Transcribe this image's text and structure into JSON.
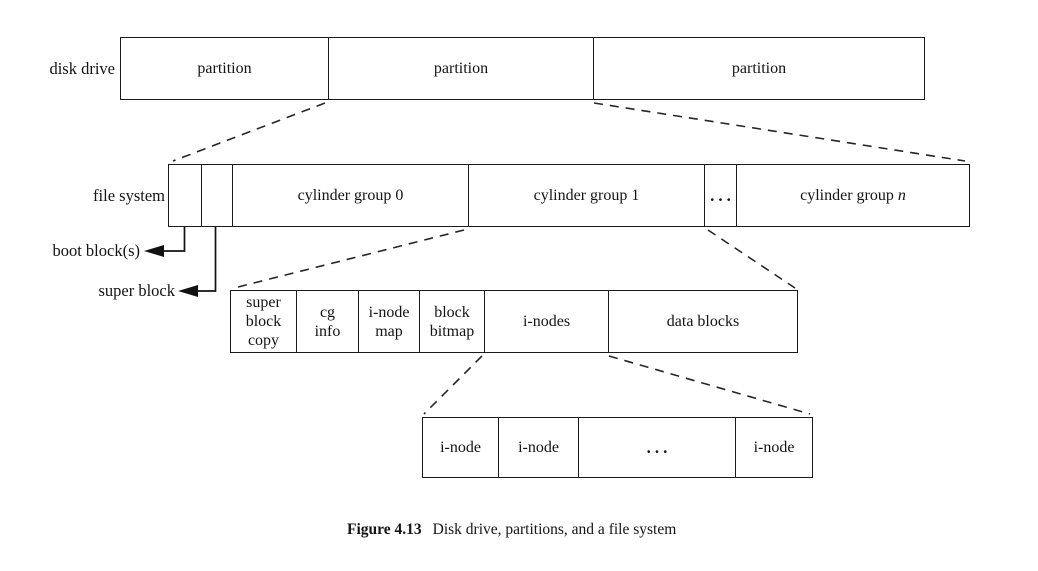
{
  "figure": {
    "caption_label": "Figure 4.13",
    "caption_title": "Disk drive, partitions, and a file system"
  },
  "disk_drive": {
    "label": "disk drive",
    "partitions": [
      "partition",
      "partition",
      "partition"
    ]
  },
  "file_system": {
    "label": "file system",
    "cells": {
      "cylinder_group_0": "cylinder group 0",
      "cylinder_group_1": "cylinder group 1",
      "ellipsis": "...",
      "cylinder_group_n_prefix": "cylinder group",
      "cylinder_group_n_var": "n"
    },
    "callouts": {
      "boot_blocks": "boot block(s)",
      "super_block": "super block"
    }
  },
  "cylinder_group_detail": {
    "cells": [
      "super\nblock\ncopy",
      "cg\ninfo",
      "i-node\nmap",
      "block\nbitmap",
      "i-nodes",
      "data blocks"
    ]
  },
  "inode_detail": {
    "cells": [
      "i-node",
      "i-node",
      "...",
      "i-node"
    ]
  }
}
